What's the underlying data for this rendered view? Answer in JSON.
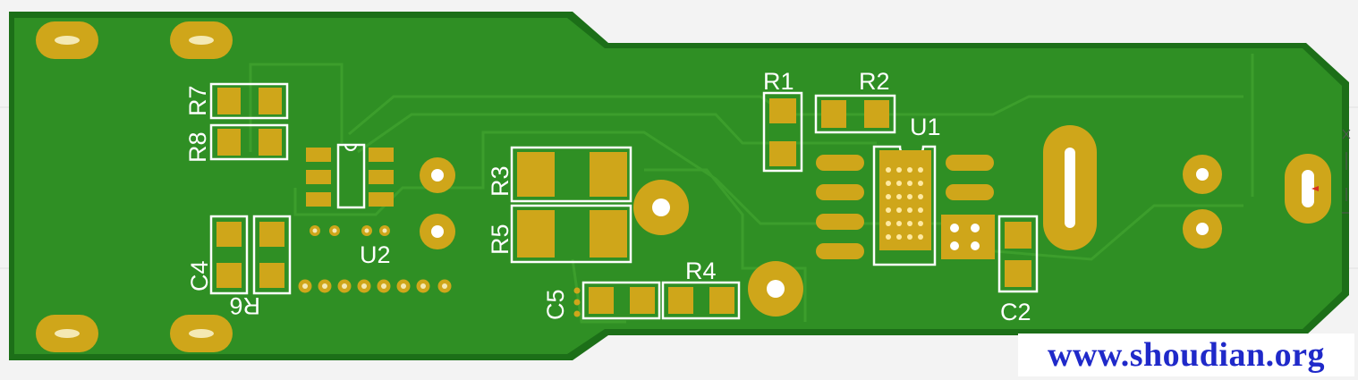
{
  "board": {
    "colors": {
      "background": "#f3f3f3",
      "edge": "#1c6f18",
      "solder_mask": "#2f8f24",
      "trace": "#3c9e2c",
      "pad": "#cfa61a",
      "drill": "#ffffff",
      "silkscreen": "#ffffff",
      "watermark": "#1f29c9"
    },
    "labels": {
      "r7": "R7",
      "r8": "R8",
      "c4": "C4",
      "r6": "R6",
      "u2": "U2",
      "r3": "R3",
      "r5": "R5",
      "c5": "C5",
      "r4": "R4",
      "r1": "R1",
      "r2": "R2",
      "u1": "U1",
      "c2": "C2"
    }
  },
  "watermark": {
    "text": "www.shoudian.org"
  }
}
